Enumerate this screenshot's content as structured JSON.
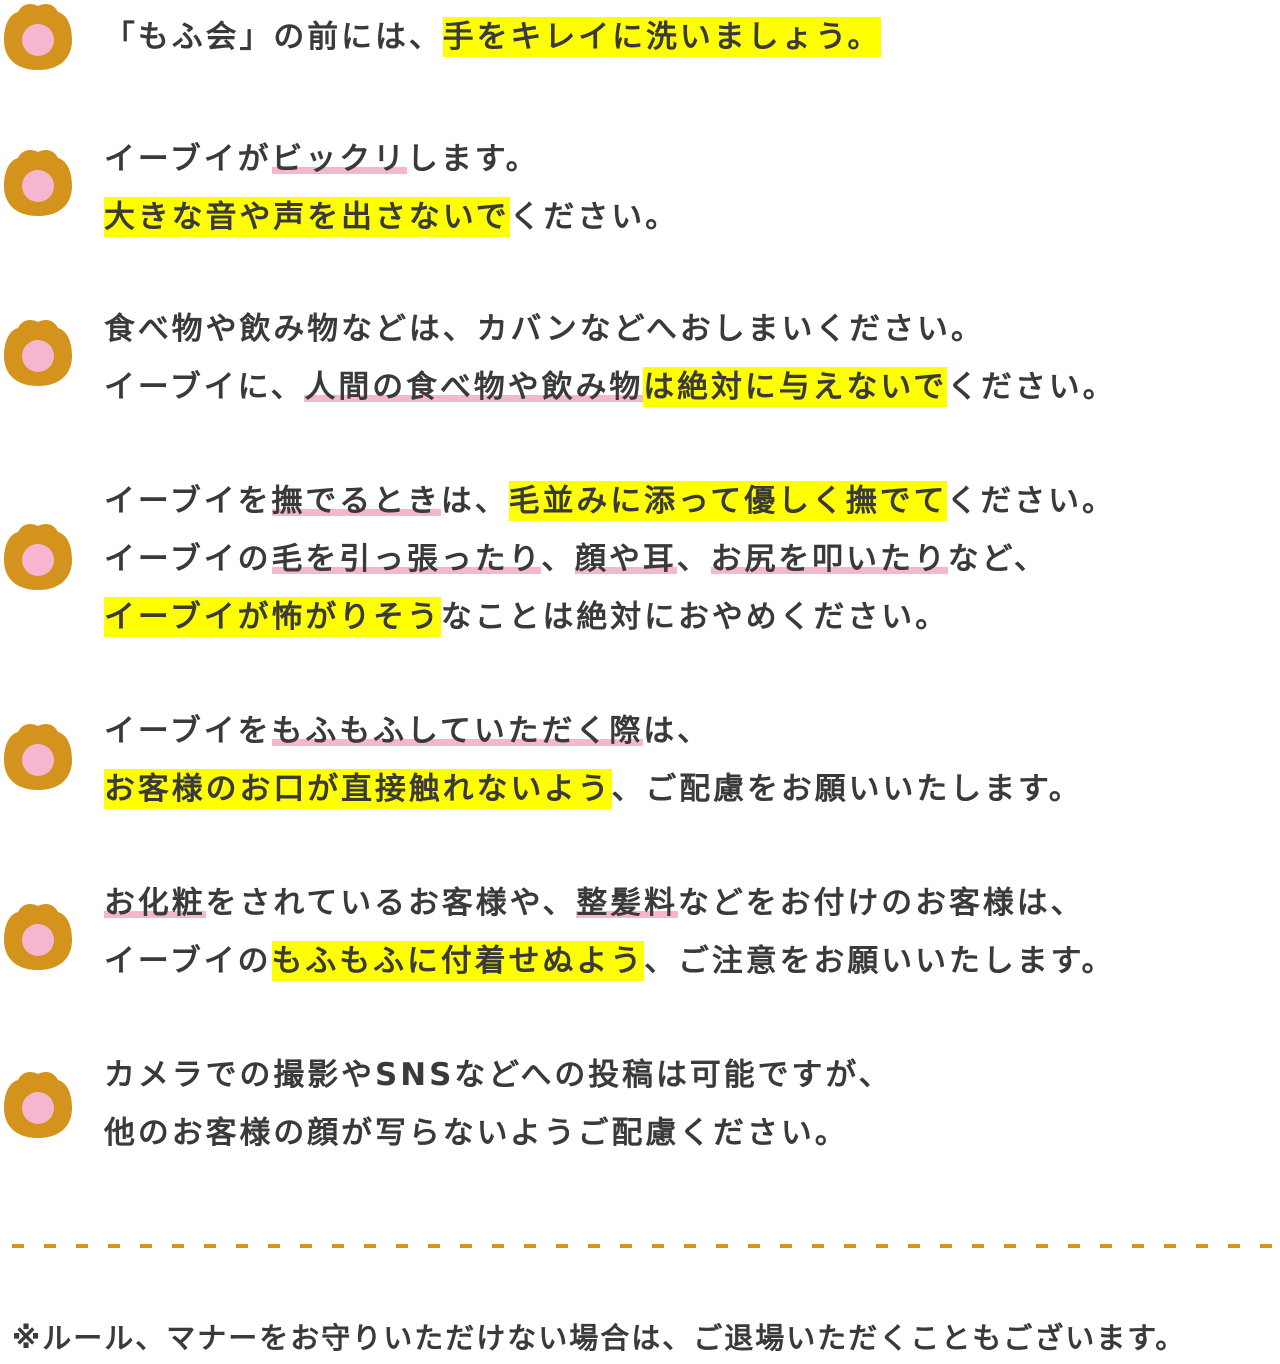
{
  "accent_color": "#d4931c",
  "highlight_yellow": "#ffff00",
  "highlight_pink": "#f7b6cf",
  "icon": "paw-icon",
  "rules": [
    {
      "lines": [
        [
          {
            "t": "「もふ会」の前には、"
          },
          {
            "t": "手をキレイに洗いましょう。",
            "h": "y"
          }
        ]
      ]
    },
    {
      "lines": [
        [
          {
            "t": "イーブイが"
          },
          {
            "t": "ビックリ",
            "h": "p"
          },
          {
            "t": "します。"
          }
        ],
        [
          {
            "t": "大きな音や声を出さないで",
            "h": "y"
          },
          {
            "t": "ください。"
          }
        ]
      ]
    },
    {
      "lines": [
        [
          {
            "t": "食べ物や飲み物などは、カバンなどへおしまいください。"
          }
        ],
        [
          {
            "t": "イーブイに、"
          },
          {
            "t": "人間の食べ物や飲み物",
            "h": "p"
          },
          {
            "t": "は絶対に与えないで",
            "h": "y"
          },
          {
            "t": "ください。"
          }
        ]
      ]
    },
    {
      "lines": [
        [
          {
            "t": "イーブイを"
          },
          {
            "t": "撫でるとき",
            "h": "p"
          },
          {
            "t": "は、"
          },
          {
            "t": "毛並みに添って優しく撫でて",
            "h": "y"
          },
          {
            "t": "ください。"
          }
        ],
        [
          {
            "t": "イーブイの"
          },
          {
            "t": "毛を引っ張ったり",
            "h": "p"
          },
          {
            "t": "、"
          },
          {
            "t": "顔や耳",
            "h": "p"
          },
          {
            "t": "、"
          },
          {
            "t": "お尻を叩いたり",
            "h": "p"
          },
          {
            "t": "など、"
          }
        ],
        [
          {
            "t": "イーブイが怖がりそう",
            "h": "y"
          },
          {
            "t": "なことは絶対におやめください。"
          }
        ]
      ]
    },
    {
      "lines": [
        [
          {
            "t": "イーブイを"
          },
          {
            "t": "もふもふしていただく際",
            "h": "p"
          },
          {
            "t": "は、"
          }
        ],
        [
          {
            "t": "お客様のお口が直接触れないよう",
            "h": "y"
          },
          {
            "t": "、ご配慮をお願いいたします。"
          }
        ]
      ]
    },
    {
      "lines": [
        [
          {
            "t": "お化粧",
            "h": "p"
          },
          {
            "t": "をされているお客様や、"
          },
          {
            "t": "整髪料",
            "h": "p"
          },
          {
            "t": "などをお付けのお客様は、"
          }
        ],
        [
          {
            "t": "イーブイの"
          },
          {
            "t": "もふもふに付着せぬよう",
            "h": "y"
          },
          {
            "t": "、ご注意をお願いいたします。"
          }
        ]
      ]
    },
    {
      "lines": [
        [
          {
            "t": "カメラでの撮影やSNSなどへの投稿は可能ですが、"
          }
        ],
        [
          {
            "t": "他のお客様の顔が写らないようご配慮ください。"
          }
        ]
      ]
    }
  ],
  "footnote": "※ルール、マナーをお守りいただけない場合は、ご退場いただくこともございます。"
}
